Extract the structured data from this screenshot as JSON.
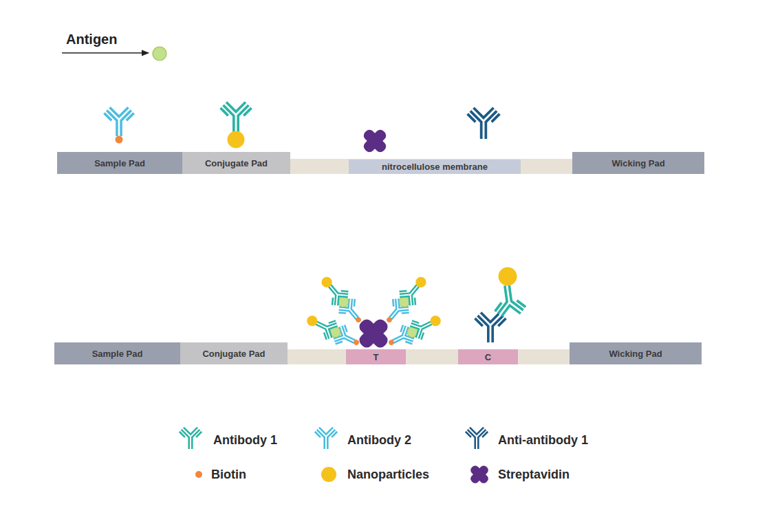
{
  "diagram": {
    "nodes": [
      {
        "text": [
          "Sample Pad"
        ]
      },
      {
        "text": [
          "Conjugate Pad"
        ]
      },
      {
        "text": [
          "nitrocellulose membrane"
        ]
      },
      {
        "text": [
          "Wicking Pad"
        ]
      },
      {
        "text": [
          "Sample Pad"
        ]
      },
      {
        "text": [
          "Conjugate Pad"
        ]
      },
      {
        "text": [
          "T"
        ]
      },
      {
        "text": [
          "C"
        ]
      },
      {
        "text": [
          "Wicking Pad"
        ]
      }
    ],
    "labels": [
      "Antigen"
    ],
    "legend": [
      {
        "text": "Antibody 1"
      },
      {
        "text": "Antibody 2"
      },
      {
        "text": "Anti-antibody 1"
      },
      {
        "text": "Biotin",
        "color": "#f0873c"
      },
      {
        "text": "Nanoparticles",
        "color": "#f5c21c"
      },
      {
        "text": "Streptavidin",
        "color": "#5b2d84"
      }
    ]
  }
}
